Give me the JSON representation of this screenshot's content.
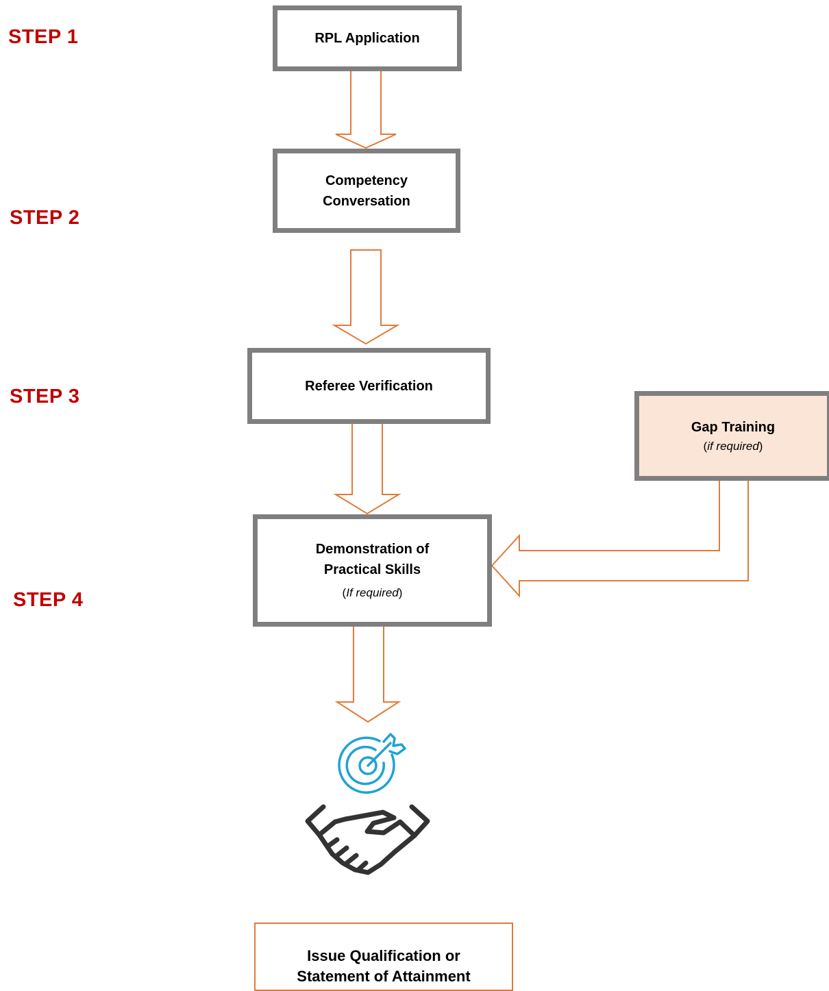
{
  "colors": {
    "step_label": "#c00000",
    "box_border": "#7f7f7f",
    "connector": "#e07b39",
    "gap_box_fill": "#fbe5d6",
    "final_box_border": "#e07b39",
    "target_icon": "#1fa2d6",
    "handshake_icon": "#333333"
  },
  "steps": [
    {
      "label": "STEP 1"
    },
    {
      "label": "STEP 2"
    },
    {
      "label": "STEP 3"
    },
    {
      "label": "STEP 4"
    }
  ],
  "boxes": {
    "rpl_application": {
      "title": "RPL Application"
    },
    "competency_conversation": {
      "title_line1": "Competency",
      "title_line2": "Conversation"
    },
    "referee_verification": {
      "title": "Referee Verification"
    },
    "gap_training": {
      "title": "Gap Training",
      "note_open": "(",
      "note_italic": "if required",
      "note_close": ")"
    },
    "demonstration": {
      "title_line1": "Demonstration of",
      "title_line2": "Practical Skills",
      "note_open": "(",
      "note_italic": "If required",
      "note_close": ")"
    },
    "issue_qualification": {
      "title_line1": "Issue Qualification or",
      "title_line2": "Statement of Attainment"
    }
  },
  "icons": {
    "target": "target-icon",
    "handshake": "handshake-icon"
  }
}
